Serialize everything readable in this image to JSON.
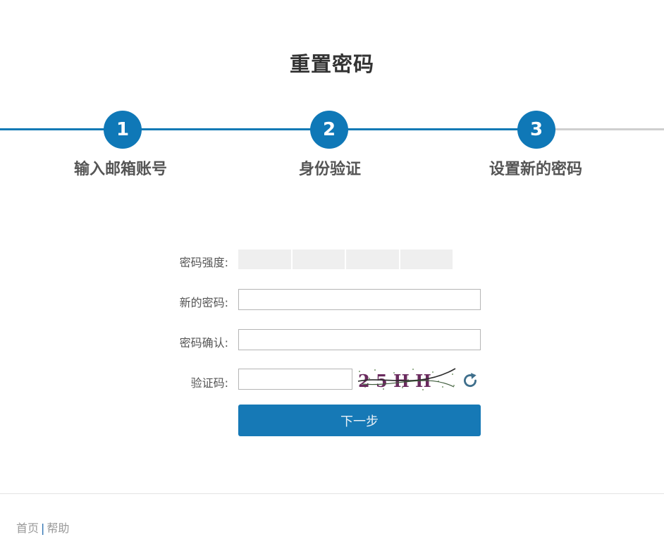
{
  "page": {
    "title": "重置密码"
  },
  "steps": [
    {
      "number": "1",
      "label": "输入邮箱账号"
    },
    {
      "number": "2",
      "label": "身份验证"
    },
    {
      "number": "3",
      "label": "设置新的密码"
    }
  ],
  "form": {
    "strength_label": "密码强度:",
    "new_password_label": "新的密码:",
    "new_password_value": "",
    "confirm_label": "密码确认:",
    "confirm_value": "",
    "captcha_label": "验证码:",
    "captcha_value": "",
    "captcha_text": "2 5 H H",
    "next_button": "下一步"
  },
  "footer": {
    "home": "首页",
    "separator": "|",
    "help": "帮助"
  },
  "colors": {
    "accent": "#1279b5",
    "step_circle": "#0f78b7",
    "inactive_track": "#cfcfcf"
  }
}
